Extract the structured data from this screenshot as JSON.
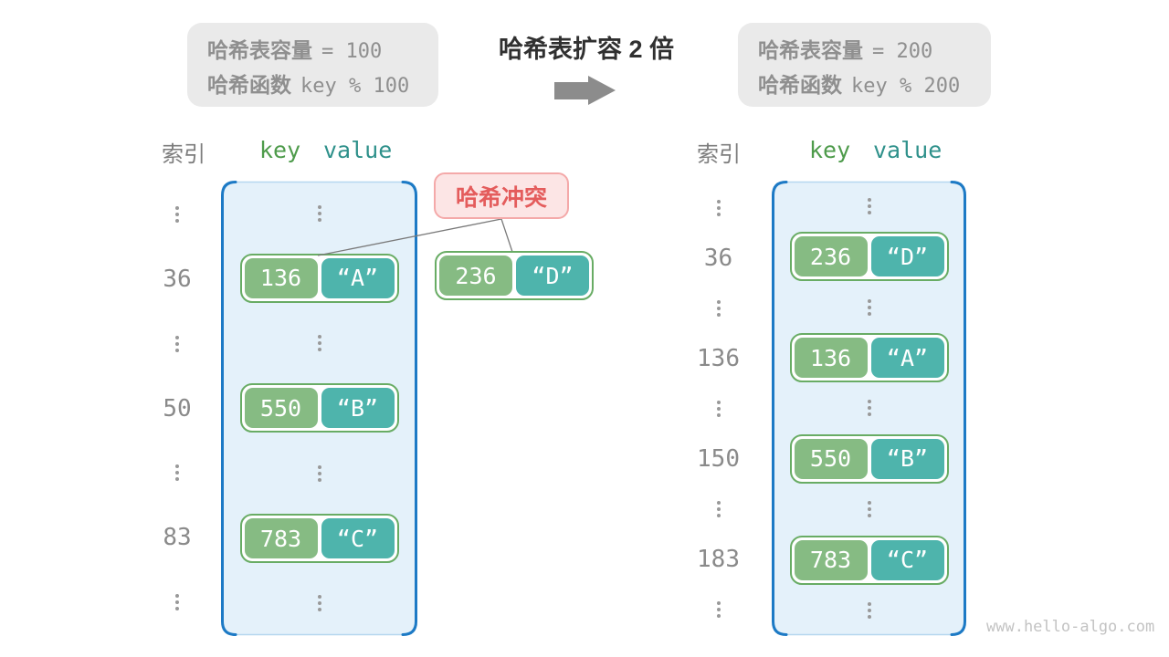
{
  "banner": {
    "left_box": {
      "cap_label": "哈希表容量",
      "cap_value": "= 100",
      "fn_label": "哈希函数",
      "fn_value": "key % 100"
    },
    "title": "哈希表扩容 2 倍",
    "right_box": {
      "cap_label": "哈希表容量",
      "cap_value": "= 200",
      "fn_label": "哈希函数",
      "fn_value": "key % 200"
    }
  },
  "columns": {
    "index": "索引",
    "key": "key",
    "value": "value"
  },
  "collision": {
    "label": "哈希冲突",
    "pair": {
      "key": "236",
      "value": "“D”"
    }
  },
  "left_table": {
    "rows": [
      {
        "type": "dots"
      },
      {
        "type": "pair",
        "index": "36",
        "key": "136",
        "value": "“A”"
      },
      {
        "type": "dots"
      },
      {
        "type": "pair",
        "index": "50",
        "key": "550",
        "value": "“B”"
      },
      {
        "type": "dots"
      },
      {
        "type": "pair",
        "index": "83",
        "key": "783",
        "value": "“C”"
      },
      {
        "type": "dots"
      }
    ]
  },
  "right_table": {
    "rows": [
      {
        "type": "dots"
      },
      {
        "type": "pair",
        "index": "36",
        "key": "236",
        "value": "“D”"
      },
      {
        "type": "dots"
      },
      {
        "type": "pair",
        "index": "136",
        "key": "136",
        "value": "“A”"
      },
      {
        "type": "dots"
      },
      {
        "type": "pair",
        "index": "150",
        "key": "550",
        "value": "“B”"
      },
      {
        "type": "dots"
      },
      {
        "type": "pair",
        "index": "183",
        "key": "783",
        "value": "“C”"
      },
      {
        "type": "dots"
      }
    ]
  },
  "watermark": "www.hello-algo.com",
  "colors": {
    "infobox_fill": "#eaeaea",
    "infobox_text": "#8f8f8f",
    "arrow_fill": "#8c8c8c",
    "table_fill": "#e4f1fa",
    "table_border": "#1d7ac5",
    "table_edge": "#b5d7ef",
    "pair_border": "#68ac64",
    "key_fill": "#86bb83",
    "value_fill": "#4eb4ac",
    "key_text": "#4e9b4b",
    "value_text": "#2f918b",
    "collision_fill": "#fce5e5",
    "collision_border": "#f4a9a9",
    "collision_text": "#e45c5c",
    "dots_fill": "#999999",
    "connector": "#7a7a7a",
    "watermark_text": "#c3c3c3"
  }
}
